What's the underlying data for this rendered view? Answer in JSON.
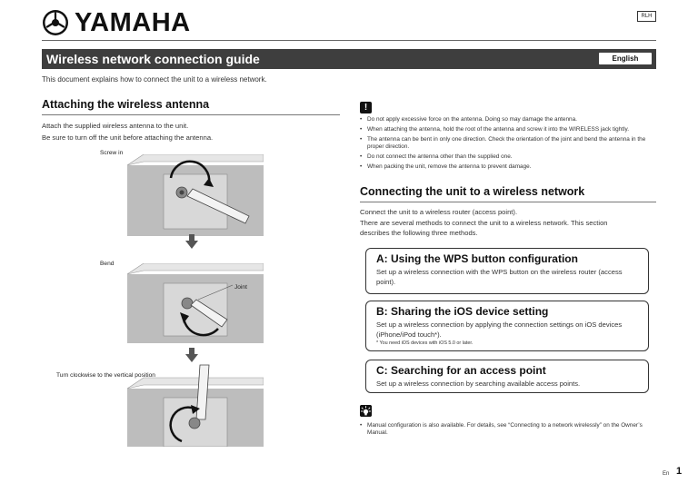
{
  "header": {
    "brand": "YAMAHA",
    "code": "RLH"
  },
  "title_bar": {
    "title": "Wireless network connection guide",
    "language": "English"
  },
  "intro": "This document explains how to connect the unit to a wireless network.",
  "antenna_section": {
    "heading": "Attaching the wireless antenna",
    "lines": [
      "Attach the supplied wireless antenna to the unit.",
      "Be sure to turn off the unit before attaching the antenna."
    ],
    "captions": {
      "screw_in": "Screw in",
      "bend": "Bend",
      "joint": "Joint",
      "turn": "Turn clockwise to the vertical position"
    }
  },
  "cautions": {
    "icon": "!",
    "items": [
      "Do not apply excessive force on the antenna. Doing so may damage the antenna.",
      "When attaching the antenna, hold the root of the antenna and screw it into the WIRELESS jack tightly.",
      "The antenna can be bent in only one direction. Check the orientation of the joint and bend the antenna in the proper direction.",
      "Do not connect the antenna other than the supplied one.",
      "When packing the unit, remove the antenna to prevent damage."
    ]
  },
  "connect_section": {
    "heading": "Connecting the unit to a wireless network",
    "lines": [
      "Connect the unit to a wireless router (access point).",
      "There are several methods to connect the unit to a wireless network. This section",
      "describes the following three methods."
    ]
  },
  "methods": [
    {
      "title": "A: Using the WPS button configuration",
      "desc": "Set up a wireless connection with the WPS button on the wireless router (access point)."
    },
    {
      "title": "B: Sharing the iOS device setting",
      "desc": "Set up a wireless connection by applying the connection settings on iOS devices (iPhone/iPod touch*).",
      "note": "* You need iOS devices with iOS 5.0 or later."
    },
    {
      "title": "C: Searching for an access point",
      "desc": "Set up a wireless connection by searching available access points."
    }
  ],
  "tip": {
    "icon": "tip-icon",
    "text": "Manual configuration is also available. For details, see “Connecting to a network wirelessly” on the Owner’s Manual."
  },
  "footer": {
    "lang": "En",
    "page": "1"
  }
}
